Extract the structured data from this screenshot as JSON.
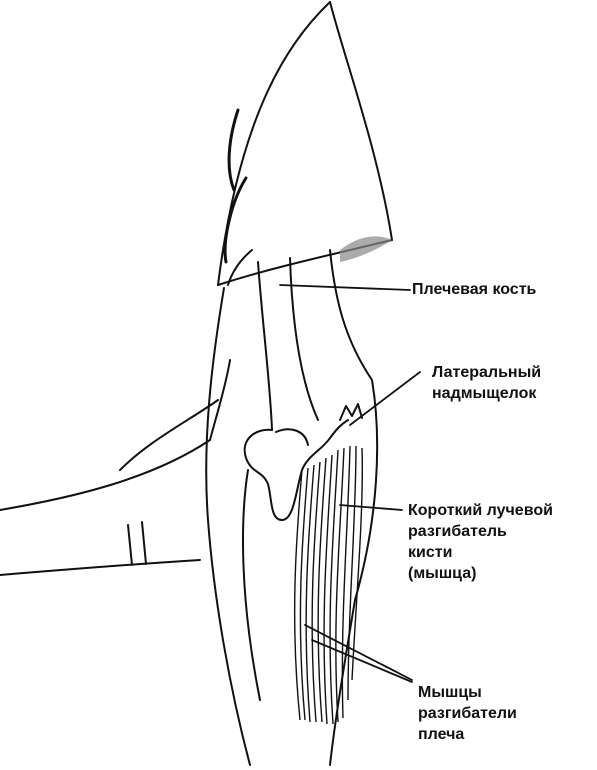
{
  "labels": {
    "humerus": "Плечевая кость",
    "lateral_epicondyle": [
      "Латеральный",
      "надмыщелок"
    ],
    "ecrb": [
      "Короткий лучевой",
      "разгибатель",
      "кисти",
      "(мышца)"
    ],
    "extensors": [
      "Мышцы",
      "разгибатели",
      "плеча"
    ]
  },
  "style": {
    "line_color": "#111111",
    "background": "#ffffff"
  }
}
